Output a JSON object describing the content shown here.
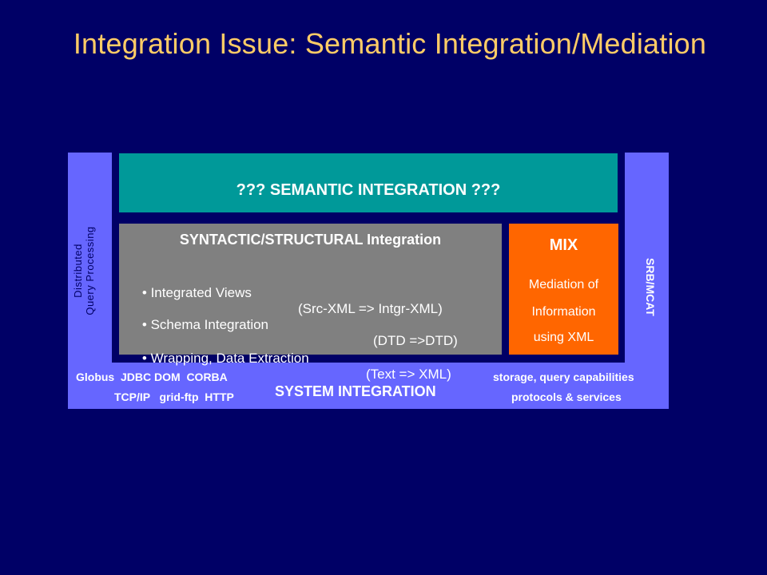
{
  "title": "Integration Issue: Semantic Integration/Mediation",
  "semantic": "??? SEMANTIC INTEGRATION ???",
  "syntactic": {
    "title": "SYNTACTIC/STRUCTURAL Integration",
    "rows": [
      {
        "left": "• Integrated Views",
        "right": "(Src-XML => Intgr-XML)"
      },
      {
        "left": "• Schema Integration",
        "right": "(DTD =>DTD)"
      },
      {
        "left": "• Wrapping, Data Extraction",
        "right": "(Text => XML)"
      }
    ]
  },
  "mix": {
    "title": "MIX",
    "lines": [
      "Mediation of",
      "Information",
      "using XML"
    ]
  },
  "left_vertical": {
    "line1": "Distributed",
    "line2": "Query Processing"
  },
  "right_vertical": "SRB/MCAT",
  "bottom_left": {
    "line1": "Globus  JDBC DOM  CORBA",
    "line2": "TCP/IP   grid-ftp  HTTP"
  },
  "system_integration": "SYSTEM INTEGRATION",
  "bottom_right": {
    "line1": "storage, query capabilities",
    "line2": "protocols & services"
  },
  "colors": {
    "background": "#000066",
    "title": "#FFCC66",
    "system_block": "#6666FF",
    "semantic_box": "#009999",
    "syntactic_box": "#808080",
    "mix_box": "#FF6600"
  }
}
